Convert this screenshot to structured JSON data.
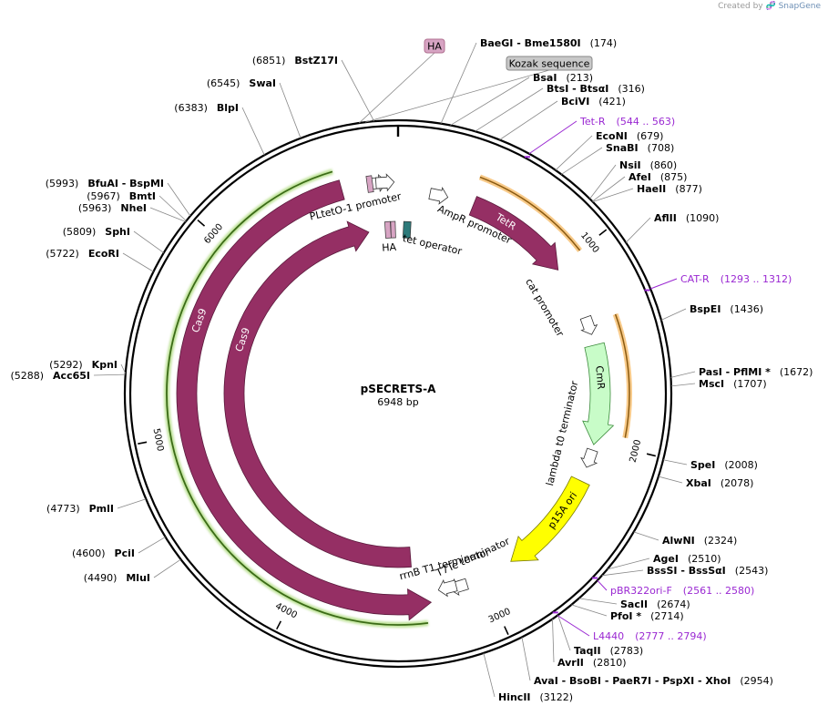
{
  "credit": {
    "prefix": "Created by",
    "brand": "SnapGene"
  },
  "plasmid": {
    "name": "pSECRETS-A",
    "length": 6948,
    "length_label": "6948 bp"
  },
  "ticks": [
    "1000",
    "2000",
    "3000",
    "4000",
    "5000",
    "6000"
  ],
  "colors": {
    "cas9": "#952f64",
    "tetr": "#952f64",
    "cmr": "#c8fcc8",
    "ori": "#ffff00",
    "site_label": "#000000",
    "primer": "#9a28d2",
    "orange_primer": "#f4a63a",
    "green_primer": "#86c940",
    "ha": "#d7a4c3",
    "tet_op": "#2d7a7a"
  },
  "sites": [
    {
      "name": "BaeGI  -  Bme1580I",
      "pos": "(174)"
    },
    {
      "name": "BsaI",
      "pos": "(213)"
    },
    {
      "name": "BtsI  -  BtsαI",
      "pos": "(316)"
    },
    {
      "name": "BciVI",
      "pos": "(421)"
    },
    {
      "name": "EcoNI",
      "pos": "(679)"
    },
    {
      "name": "SnaBI",
      "pos": "(708)"
    },
    {
      "name": "NsiI",
      "pos": "(860)"
    },
    {
      "name": "AfeI",
      "pos": "(875)"
    },
    {
      "name": "HaeII",
      "pos": "(877)"
    },
    {
      "name": "AflII",
      "pos": "(1090)"
    },
    {
      "name": "BspEI",
      "pos": "(1436)"
    },
    {
      "name": "PasI  -  PflMI *",
      "pos": "(1672)"
    },
    {
      "name": "MscI",
      "pos": "(1707)"
    },
    {
      "name": "SpeI",
      "pos": "(2008)"
    },
    {
      "name": "XbaI",
      "pos": "(2078)"
    },
    {
      "name": "AlwNI",
      "pos": "(2324)"
    },
    {
      "name": "AgeI",
      "pos": "(2510)"
    },
    {
      "name": "BssSI  -  BssSαI",
      "pos": "(2543)"
    },
    {
      "name": "SacII",
      "pos": "(2674)"
    },
    {
      "name": "PfoI *",
      "pos": "(2714)"
    },
    {
      "name": "TaqII",
      "pos": "(2783)"
    },
    {
      "name": "AvrII",
      "pos": "(2810)"
    },
    {
      "name": "AvaI  -  BsoBI  -  PaeR7I  -  PspXI  -  XhoI",
      "pos": "(2954)"
    },
    {
      "name": "HincII",
      "pos": "(3122)"
    },
    {
      "name": "MluI",
      "pos": "(4490)"
    },
    {
      "name": "PciI",
      "pos": "(4600)"
    },
    {
      "name": "PmlI",
      "pos": "(4773)"
    },
    {
      "name": "KpnI",
      "pos": "(5292)"
    },
    {
      "name": "Acc65I",
      "pos": "(5288)"
    },
    {
      "name": "EcoRI",
      "pos": "(5722)"
    },
    {
      "name": "SphI",
      "pos": "(5809)"
    },
    {
      "name": "NheI",
      "pos": "(5963)"
    },
    {
      "name": "BmtI",
      "pos": "(5967)"
    },
    {
      "name": "BfuAI  -  BspMI",
      "pos": "(5993)"
    },
    {
      "name": "BlpI",
      "pos": "(6383)"
    },
    {
      "name": "SwaI",
      "pos": "(6545)"
    },
    {
      "name": "BstZ17I",
      "pos": "(6851)"
    }
  ],
  "primers": [
    {
      "name": "Tet-R",
      "range": "(544 .. 563)"
    },
    {
      "name": "CAT-R",
      "range": "(1293 .. 1312)"
    },
    {
      "name": "pBR322ori-F",
      "range": "(2561 .. 2580)"
    },
    {
      "name": "L4440",
      "range": "(2777 .. 2794)"
    }
  ],
  "boxed_features": [
    {
      "name": "HA"
    },
    {
      "name": "Kozak sequence"
    }
  ],
  "features": [
    {
      "name": "PLtetO-1 promoter"
    },
    {
      "name": "AmpR promoter"
    },
    {
      "name": "TetR"
    },
    {
      "name": "cat promoter"
    },
    {
      "name": "CmR"
    },
    {
      "name": "lambda t0 terminator"
    },
    {
      "name": "p15A ori"
    },
    {
      "name": "T7Te terminator"
    },
    {
      "name": "rrnB T1 terminator"
    },
    {
      "name": "Cas9"
    },
    {
      "name": "Cas9"
    },
    {
      "name": "HA"
    },
    {
      "name": "tet operator"
    }
  ]
}
